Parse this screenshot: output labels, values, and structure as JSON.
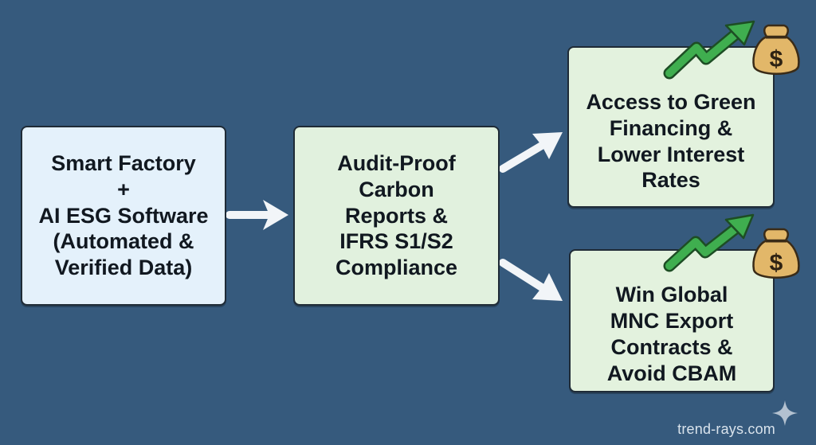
{
  "diagram": {
    "input_box": {
      "lines": [
        "Smart Factory",
        "+",
        "AI ESG Software",
        "(Automated &",
        "Verified Data)"
      ]
    },
    "middle_box": {
      "lines": [
        "Audit-Proof",
        "Carbon",
        "Reports &",
        "IFRS S1/S2",
        "Compliance"
      ]
    },
    "outcome_top": {
      "lines": [
        "Access to Green",
        "Financing &",
        "Lower Interest",
        "Rates"
      ],
      "icons": [
        "growth-arrow-icon",
        "money-bag-icon"
      ]
    },
    "outcome_bottom": {
      "lines": [
        "Win Global",
        "MNC Export",
        "Contracts &",
        "Avoid CBAM"
      ],
      "icons": [
        "growth-arrow-icon",
        "money-bag-icon"
      ]
    }
  },
  "watermark": {
    "text": "trend-rays.com",
    "icon": "sparkle-icon"
  },
  "colors": {
    "background": "#365a7d",
    "input_box_fill": "#e4f1fb",
    "process_box_fill": "#e1f1de",
    "arrow": "#f2f5f8",
    "growth_arrow": "#3fae4f",
    "money_bag": "#e2b769"
  }
}
